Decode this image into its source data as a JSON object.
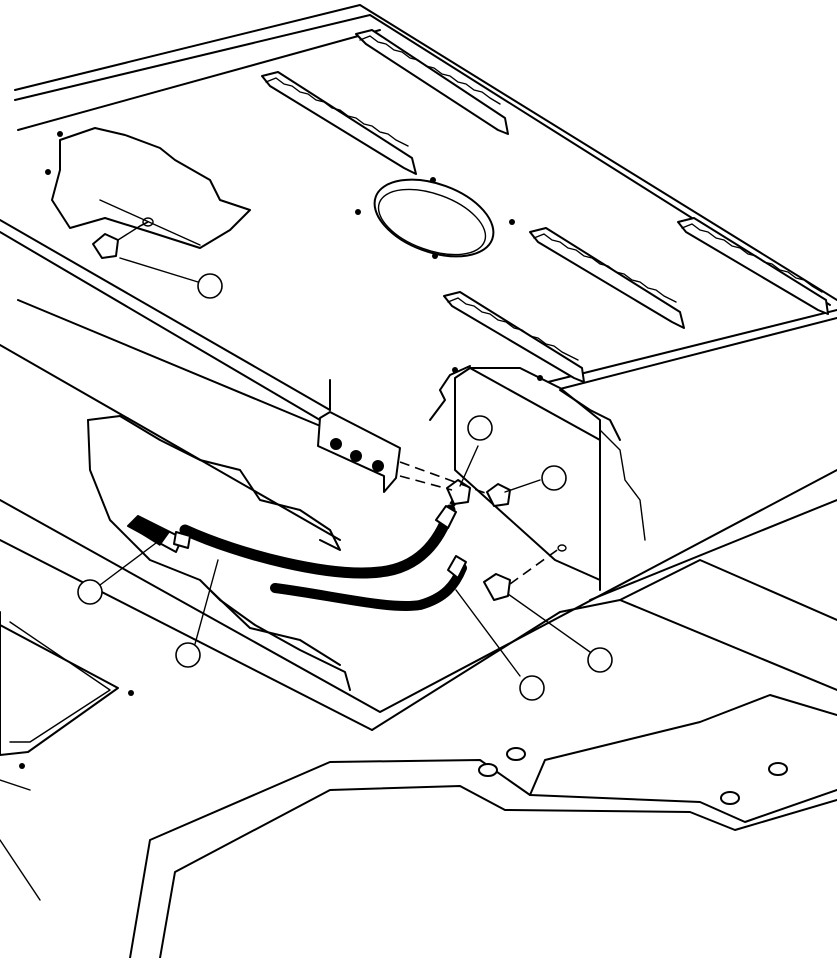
{
  "figure": {
    "type": "exploded parts diagram",
    "callout_count": 7,
    "callouts": [
      {
        "id": "callout-1",
        "label": ""
      },
      {
        "id": "callout-2",
        "label": ""
      },
      {
        "id": "callout-3",
        "label": ""
      },
      {
        "id": "callout-4",
        "label": ""
      },
      {
        "id": "callout-5",
        "label": ""
      },
      {
        "id": "callout-6",
        "label": ""
      },
      {
        "id": "callout-7",
        "label": ""
      }
    ],
    "colors": {
      "line": "#000000",
      "background": "#ffffff"
    }
  }
}
